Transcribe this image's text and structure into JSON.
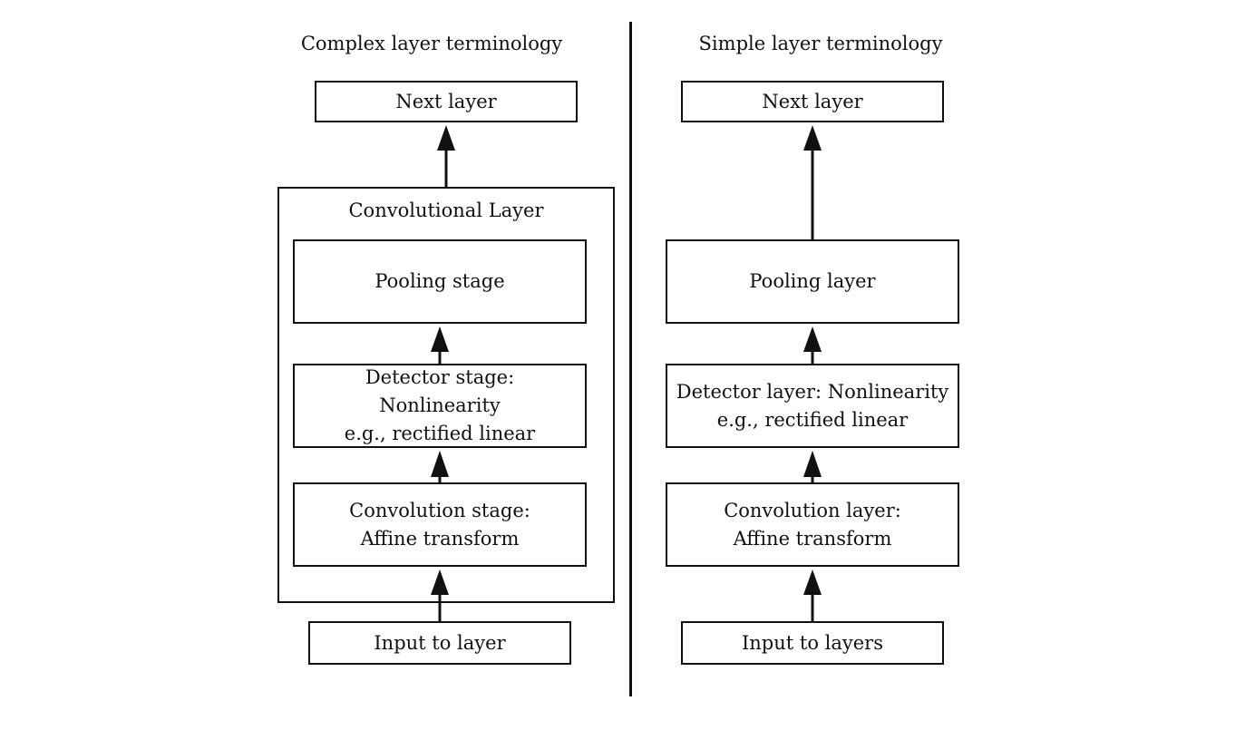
{
  "left": {
    "title": "Complex layer terminology",
    "next_layer": "Next layer",
    "container_label": "Convolutional Layer",
    "pooling": "Pooling stage",
    "detector": [
      "Detector stage:",
      "Nonlinearity",
      "e.g., rectified linear"
    ],
    "convolution": [
      "Convolution stage:",
      "Affine transform"
    ],
    "input": "Input to layer"
  },
  "right": {
    "title": "Simple layer terminology",
    "next_layer": "Next layer",
    "pooling": "Pooling layer",
    "detector": [
      "Detector layer: Nonlinearity",
      "e.g., rectified linear"
    ],
    "convolution": [
      "Convolution layer:",
      "Affine transform"
    ],
    "input": "Input to layers"
  }
}
